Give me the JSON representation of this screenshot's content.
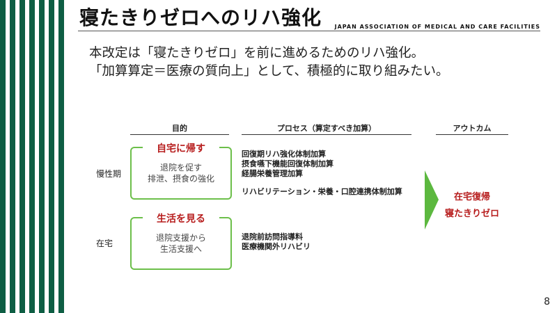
{
  "slide": {
    "title": "寝たきりゼロへのリハ強化",
    "organization": "JAPAN ASSOCIATION OF MEDICAL AND CARE FACILITIES",
    "intro": [
      "本改定は「寝たきりゼロ」を前に進めるためのリハ強化。",
      "「加算算定＝医療の質向上」として、積極的に取り組みたい。"
    ],
    "columns": {
      "purpose": "目的",
      "process": "プロセス（算定すべき加算）",
      "outcome": "アウトカム"
    },
    "rows": [
      {
        "label": "慢性期",
        "goal_title": "自宅に帰す",
        "goal_body": [
          "退院を促す",
          "排泄、摂食の強化"
        ],
        "process": [
          "回復期リハ強化体制加算",
          "摂食嚥下機能回復体制加算",
          "経腸栄養管理加算",
          "リハビリテーション・栄養・口腔連携体制加算"
        ]
      },
      {
        "label": "在宅",
        "goal_title": "生活を見る",
        "goal_body": [
          "退院支援から",
          "生活支援へ"
        ],
        "process": [
          "退院前訪問指導料",
          "医療機関外リハビリ"
        ]
      }
    ],
    "outcome": [
      "在宅復帰",
      "寝たきりゼロ"
    ],
    "page_number": "8",
    "colors": {
      "stripe": "#0e5e44",
      "box_border": "#6cbf4a",
      "accent_red": "#b71c1c",
      "arrow": "#5cb83f"
    }
  }
}
